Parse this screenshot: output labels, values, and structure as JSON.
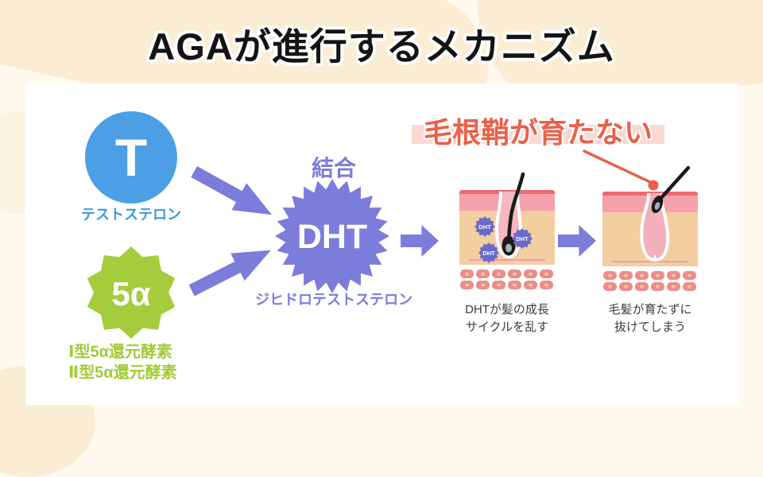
{
  "page": {
    "title": "AGAが進行するメカニズム"
  },
  "diagram": {
    "testosterone": {
      "symbol": "T",
      "label": "テストステロン"
    },
    "reductase": {
      "symbol": "5α",
      "label_line1": "Ⅰ型5α還元酵素",
      "label_line2": "Ⅱ型5α還元酵素"
    },
    "binding_label": "結合",
    "dht": {
      "symbol": "DHT",
      "label": "ジヒドロテストステロン"
    },
    "dht_badges": [
      "DHT",
      "DHT",
      "DHT"
    ],
    "highlight": {
      "text": "毛根鞘が育たない"
    },
    "step1_caption": {
      "line1": "DHTが髪の成長",
      "line2": "サイクルを乱す"
    },
    "step2_caption": {
      "line1": "毛髪が育たずに",
      "line2": "抜けてしまう"
    },
    "colors": {
      "background": "#FFF9EE",
      "blob": "#FAEDD3",
      "card": "#FFFFFF",
      "testosterone_blue": "#4C9FE4",
      "reductase_green": "#A2CB3A",
      "purple": "#7C7CDA",
      "dht_badge_purple": "#6A6ACB",
      "alert_red": "#E8614B",
      "highlight_pink": "#FAD9D3",
      "skin_tan": "#F2CEA0",
      "skin_pink": "#F4A1AB"
    }
  }
}
